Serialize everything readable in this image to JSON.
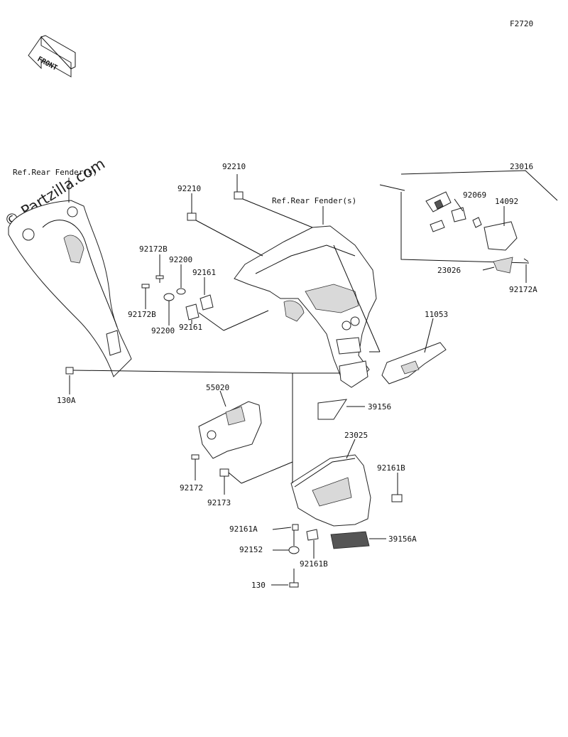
{
  "diagram": {
    "code": "F2720",
    "front_label": "FRONT",
    "watermark": "© Partzilla.com",
    "callouts": [
      {
        "id": "ref-rear-fender-left",
        "text": "Ref.Rear Fender(s)"
      },
      {
        "id": "ref-rear-fender-right",
        "text": "Ref.Rear Fender(s)"
      },
      {
        "id": "p92210-top",
        "text": "92210"
      },
      {
        "id": "p92210-left",
        "text": "92210"
      },
      {
        "id": "p23016",
        "text": "23016"
      },
      {
        "id": "p92069",
        "text": "92069"
      },
      {
        "id": "p14092",
        "text": "14092"
      },
      {
        "id": "p23026",
        "text": "23026"
      },
      {
        "id": "p92172A",
        "text": "92172A"
      },
      {
        "id": "p92172B-top",
        "text": "92172B"
      },
      {
        "id": "p92200-top",
        "text": "92200"
      },
      {
        "id": "p92161-top",
        "text": "92161"
      },
      {
        "id": "p92172B-bottom",
        "text": "92172B"
      },
      {
        "id": "p92200-bottom",
        "text": "92200"
      },
      {
        "id": "p92161-bottom",
        "text": "92161"
      },
      {
        "id": "p11053",
        "text": "11053"
      },
      {
        "id": "p130A",
        "text": "130A"
      },
      {
        "id": "p55020",
        "text": "55020"
      },
      {
        "id": "p39156",
        "text": "39156"
      },
      {
        "id": "p23025",
        "text": "23025"
      },
      {
        "id": "p92161B-right",
        "text": "92161B"
      },
      {
        "id": "p92172",
        "text": "92172"
      },
      {
        "id": "p92173",
        "text": "92173"
      },
      {
        "id": "p92161A",
        "text": "92161A"
      },
      {
        "id": "p39156A",
        "text": "39156A"
      },
      {
        "id": "p92152",
        "text": "92152"
      },
      {
        "id": "p92161B-bottom",
        "text": "92161B"
      },
      {
        "id": "p130",
        "text": "130"
      }
    ]
  }
}
